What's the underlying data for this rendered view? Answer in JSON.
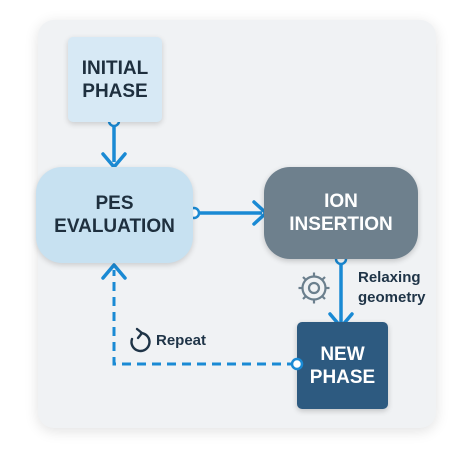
{
  "nodes": {
    "initial_phase": {
      "line1": "INITIAL",
      "line2": "PHASE"
    },
    "pes_evaluation": {
      "line1": "PES",
      "line2": "EVALUATION"
    },
    "ion_insertion": {
      "line1": "ION",
      "line2": "INSERTION"
    },
    "new_phase": {
      "line1": "NEW",
      "line2": "PHASE"
    }
  },
  "annotations": {
    "relaxing_line1": "Relaxing",
    "relaxing_line2": "geometry",
    "repeat": "Repeat"
  },
  "icons": [
    "gear-icon",
    "repeat-arrow-icon"
  ],
  "colors": {
    "arrow": "#1a8ad4",
    "initial_fill": "#d7e9f5",
    "pes_fill": "#c7e1f1",
    "ion_fill": "#6e808d",
    "new_fill": "#2d5a80"
  }
}
